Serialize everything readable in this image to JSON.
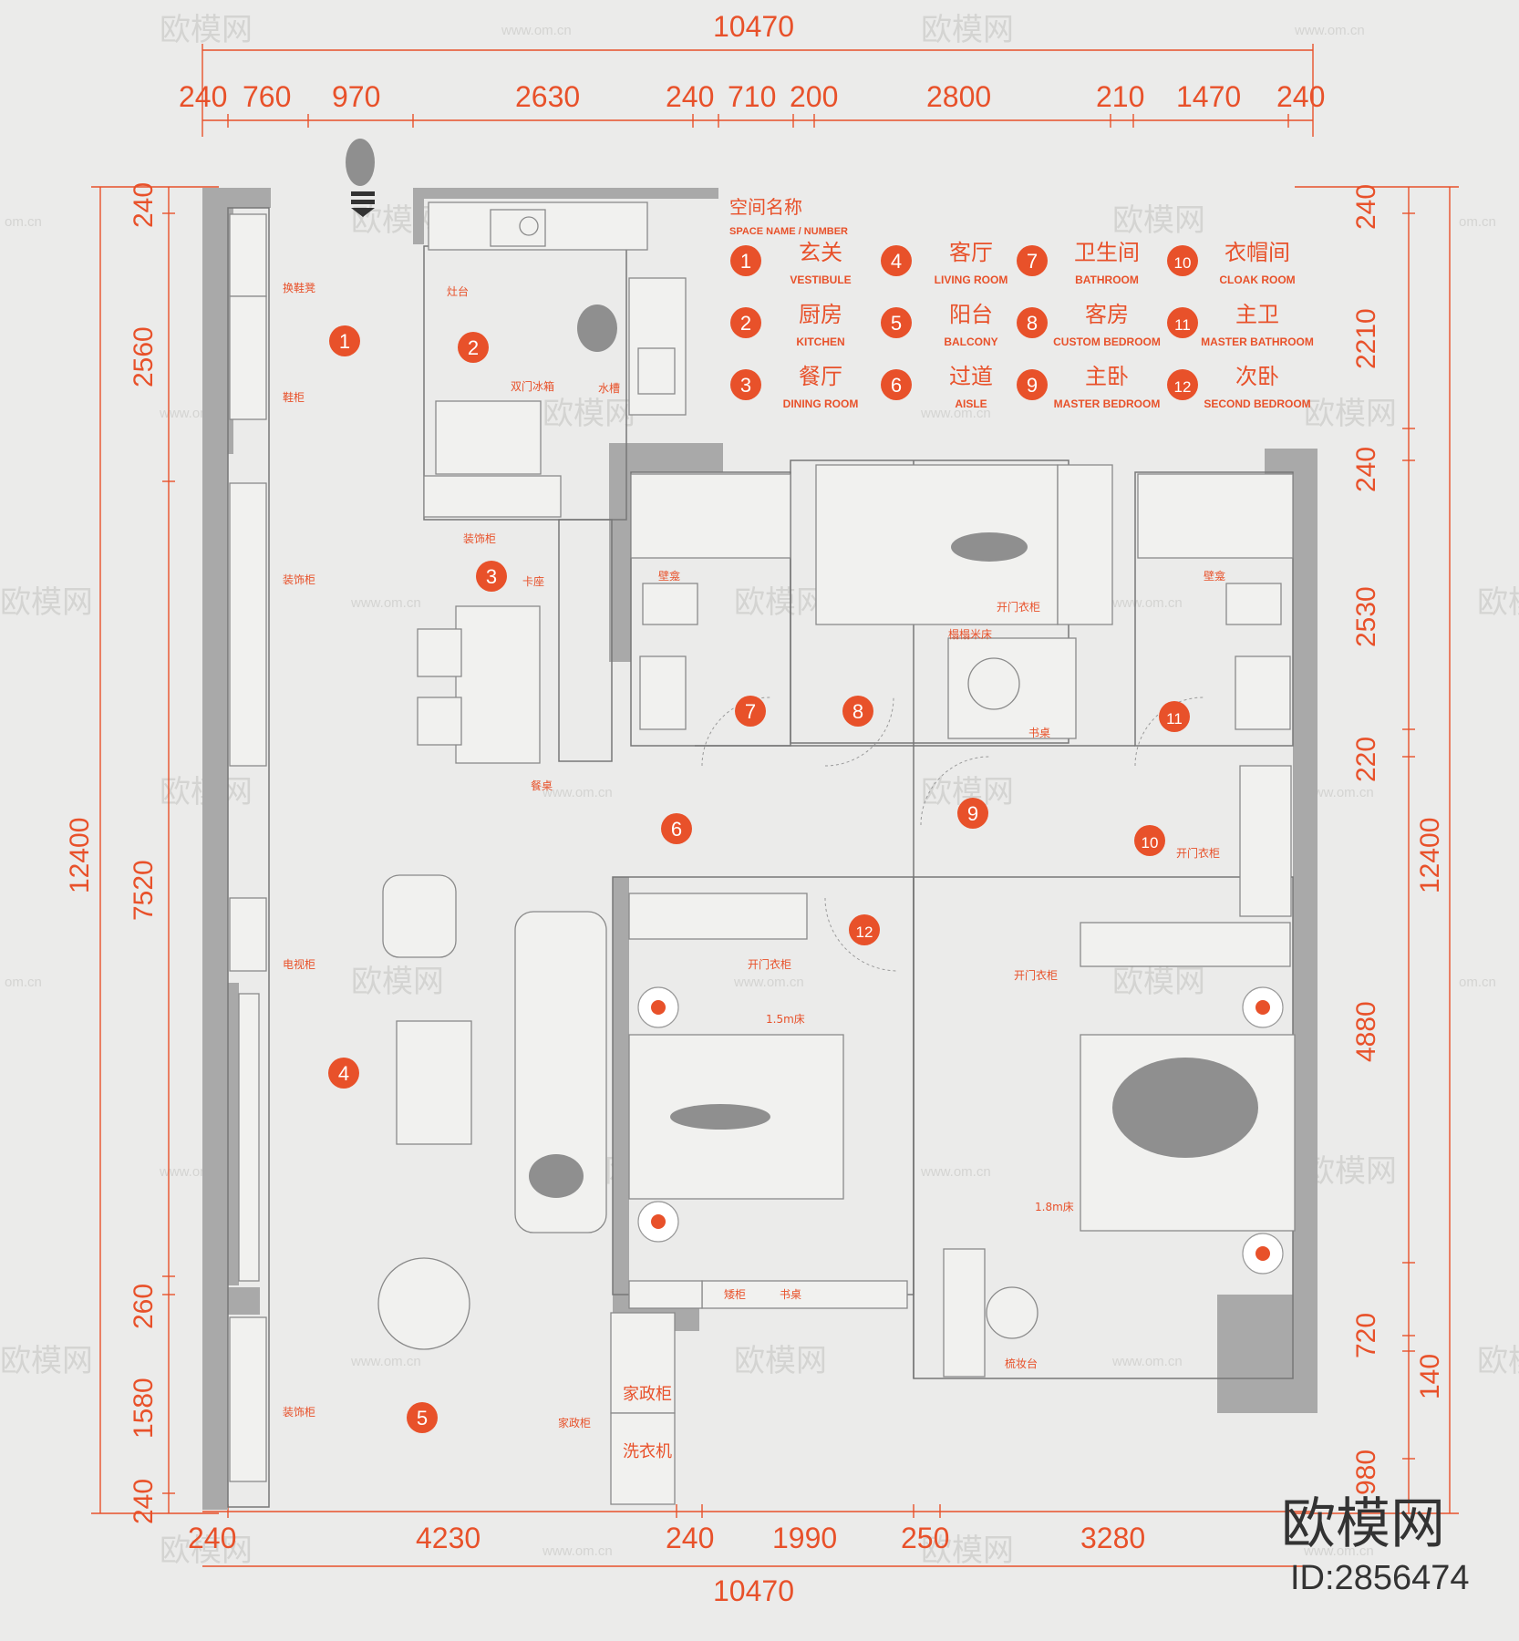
{
  "plan": {
    "dims_top_total": "10470",
    "dims_top": [
      "240",
      "760",
      "970",
      "2630",
      "240",
      "710",
      "200",
      "2800",
      "210",
      "1470",
      "240"
    ],
    "dims_bottom": [
      "240",
      "4230",
      "240",
      "1990",
      "250",
      "3280"
    ],
    "dims_bottom_total": "10470",
    "dims_left": [
      "240",
      "2560",
      "12400",
      "7520",
      "260",
      "1580",
      "240"
    ],
    "dims_right": [
      "240",
      "2210",
      "240",
      "2530",
      "220",
      "12400",
      "4880",
      "720",
      "140",
      "980"
    ],
    "legend_title": "空间名称",
    "legend_subtitle": "SPACE NAME / NUMBER",
    "legend": [
      {
        "num": "1",
        "cn": "玄关",
        "en": "VESTIBULE"
      },
      {
        "num": "2",
        "cn": "厨房",
        "en": "KITCHEN"
      },
      {
        "num": "3",
        "cn": "餐厅",
        "en": "DINING ROOM"
      },
      {
        "num": "4",
        "cn": "客厅",
        "en": "LIVING ROOM"
      },
      {
        "num": "5",
        "cn": "阳台",
        "en": "BALCONY"
      },
      {
        "num": "6",
        "cn": "过道",
        "en": "AISLE"
      },
      {
        "num": "7",
        "cn": "卫生间",
        "en": "BATHROOM"
      },
      {
        "num": "8",
        "cn": "客房",
        "en": "CUSTOM BEDROOM"
      },
      {
        "num": "9",
        "cn": "主卧",
        "en": "MASTER BEDROOM"
      },
      {
        "num": "10",
        "cn": "衣帽间",
        "en": "CLOAK ROOM"
      },
      {
        "num": "11",
        "cn": "主卫",
        "en": "MASTER BATHROOM"
      },
      {
        "num": "12",
        "cn": "次卧",
        "en": "SECOND BEDROOM"
      }
    ],
    "labels": {
      "shoe_bench": "换鞋凳",
      "shoe_cabinet": "鞋柜",
      "stove": "灶台",
      "fridge": "双门冰箱",
      "sink": "水槽",
      "deco_cabinet_1": "装饰柜",
      "deco_cabinet_2": "装饰柜",
      "booth": "卡座",
      "dining_table": "餐桌",
      "niche_1": "壁龛",
      "niche_2": "壁龛",
      "wardrobe_1": "开门衣柜",
      "tatami": "榻榻米床",
      "desk_1": "书桌",
      "wardrobe_2": "开门衣柜",
      "tv_cabinet": "电视柜",
      "wardrobe_3": "开门衣柜",
      "wardrobe_4": "开门衣柜",
      "bed_15": "1.5m床",
      "bed_18": "1.8m床",
      "low_cabinet": "矮柜",
      "desk_2": "书桌",
      "dresser": "梳妆台",
      "deco_cabinet_3": "装饰柜",
      "house_cabinet_big": "家政柜",
      "house_cabinet_small": "家政柜",
      "washer": "洗衣机"
    },
    "watermark": "欧模网",
    "watermark_url": "www.om.cn",
    "watermark_short": "om.cn",
    "brand": "欧模网",
    "brand_id": "ID:2856474"
  }
}
